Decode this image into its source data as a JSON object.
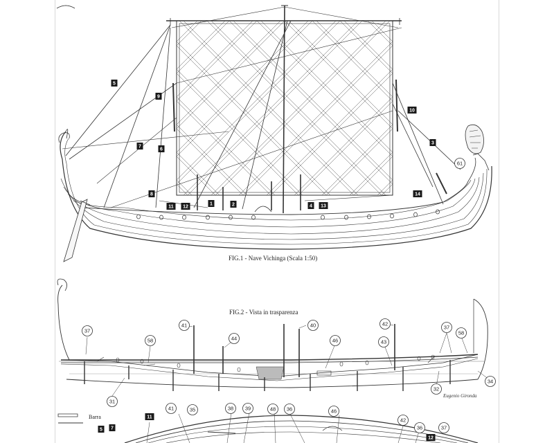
{
  "fig1": {
    "caption": "FIG.1 - Nave Vichinga (Scala 1:50)",
    "callouts_box": [
      {
        "label": "5"
      },
      {
        "label": "9"
      },
      {
        "label": "7"
      },
      {
        "label": "6"
      },
      {
        "label": "8"
      },
      {
        "label": "11"
      },
      {
        "label": "12"
      },
      {
        "label": "1"
      },
      {
        "label": "2"
      },
      {
        "label": "4"
      },
      {
        "label": "13"
      },
      {
        "label": "10"
      },
      {
        "label": "3"
      },
      {
        "label": "14"
      }
    ],
    "callouts_circle": [
      {
        "label": "61"
      }
    ]
  },
  "fig2": {
    "caption": "FIG.2 - Vista in trasparenza",
    "callouts_circle": [
      {
        "label": "37"
      },
      {
        "label": "41"
      },
      {
        "label": "58"
      },
      {
        "label": "44"
      },
      {
        "label": "40"
      },
      {
        "label": "46"
      },
      {
        "label": "42"
      },
      {
        "label": "43"
      },
      {
        "label": "37"
      },
      {
        "label": "58"
      },
      {
        "label": "34"
      },
      {
        "label": "31"
      },
      {
        "label": "32"
      }
    ],
    "signature": "Eugenio Gironda"
  },
  "fig3": {
    "label_barra": "Barra",
    "callouts_box": [
      {
        "label": "5"
      },
      {
        "label": "7"
      },
      {
        "label": "11"
      },
      {
        "label": "12"
      }
    ],
    "callouts_circle": [
      {
        "label": "41"
      },
      {
        "label": "35"
      },
      {
        "label": "38"
      },
      {
        "label": "39"
      },
      {
        "label": "48"
      },
      {
        "label": "36"
      },
      {
        "label": "46"
      },
      {
        "label": "42"
      },
      {
        "label": "36"
      },
      {
        "label": "37"
      }
    ]
  }
}
